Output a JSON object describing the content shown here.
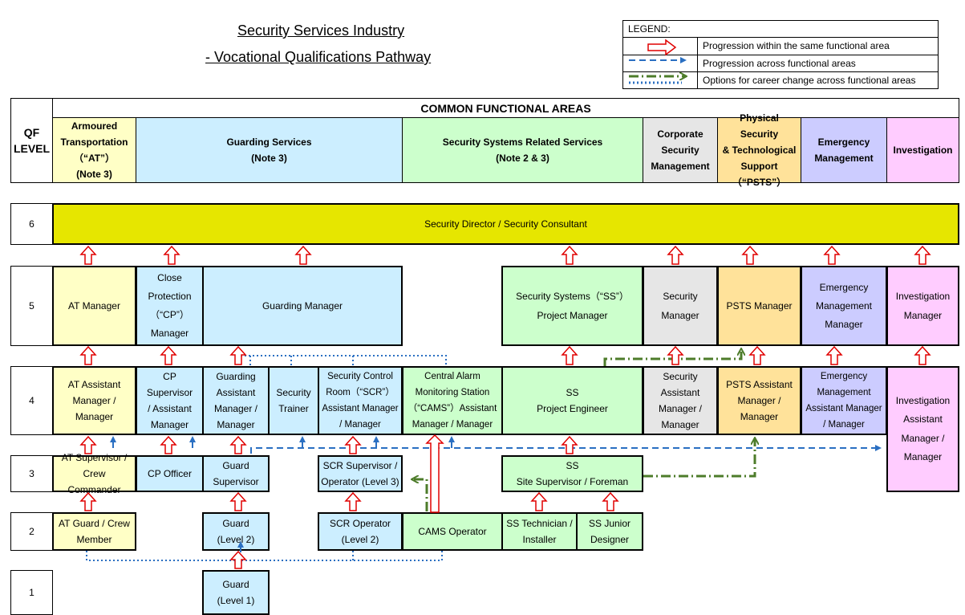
{
  "title": {
    "line1": "Security Services Industry",
    "line2": "- Vocational Qualifications Pathway"
  },
  "legend": {
    "heading": "LEGEND:",
    "items": [
      "Progression within the same functional area",
      "Progression across functional areas",
      "Options for career change across functional areas"
    ]
  },
  "header": {
    "qf_level": "QF\nLEVEL",
    "common": "COMMON FUNCTIONAL AREAS",
    "areas": [
      "Armoured\nTransportation\n（“AT”）\n(Note 3)",
      "Guarding Services\n(Note 3)",
      "Security Systems Related Services\n(Note 2 & 3)",
      "Corporate\nSecurity\nManagement",
      "Physical Security\n& Technological\nSupport\n（“PSTS”）",
      "Emergency\nManagement",
      "Investigation"
    ]
  },
  "levels": [
    "6",
    "5",
    "4",
    "3",
    "2",
    "1"
  ],
  "jobs": {
    "l6_director": "Security Director / Security Consultant",
    "l5_at": "AT Manager",
    "l5_cp": "Close\nProtection\n（“CP”）\nManager",
    "l5_guard": "Guarding Manager",
    "l5_ss": "Security Systems（“SS”）\nProject Manager",
    "l5_csm": "Security\nManager",
    "l5_psts": "PSTS Manager",
    "l5_em": "Emergency\nManagement\nManager",
    "l5_inv": "Investigation\nManager",
    "l4_at": "AT Assistant\nManager /\nManager",
    "l4_cp": "CP Supervisor\n/ Assistant\nManager",
    "l4_guard": "Guarding\nAssistant\nManager /\nManager",
    "l4_trainer": "Security\nTrainer",
    "l4_scr": "Security Control\nRoom（“SCR”）\nAssistant Manager\n/ Manager",
    "l4_cams": "Central Alarm\nMonitoring Station\n（“CAMS”）Assistant\nManager / Manager",
    "l4_ss": "SS\nProject Engineer",
    "l4_csm": "Security\nAssistant\nManager /\nManager",
    "l4_psts": "PSTS Assistant\nManager /\nManager",
    "l4_em": "Emergency\nManagement\nAssistant Manager\n/ Manager",
    "l4_inv": "Investigation\nAssistant\nManager /\nManager",
    "l3_at": "AT Supervisor /\nCrew Commander",
    "l3_cp": "CP Officer",
    "l3_guard": "Guard\nSupervisor",
    "l3_scr": "SCR Supervisor /\nOperator (Level 3)",
    "l3_ss": "SS\nSite Supervisor / Foreman",
    "l2_at": "AT Guard / Crew\nMember",
    "l2_guard": "Guard\n(Level 2)",
    "l2_scr": "SCR Operator\n(Level 2)",
    "l2_cams": "CAMS Operator",
    "l2_sstech": "SS Technician /\nInstaller",
    "l2_ssjd": "SS Junior\nDesigner",
    "l1_guard": "Guard\n(Level 1)"
  },
  "colors": {
    "at": "#ffffc6",
    "guarding": "#cceeff",
    "ss": "#ccffcc",
    "csm": "#e6e6e6",
    "psts": "#ffe29a",
    "em": "#ccccff",
    "inv": "#ffccff",
    "director": "#e6e600",
    "arrow_same": "#e00000",
    "arrow_across": "#2a6fc2",
    "arrow_change": "#4d7c2a",
    "dotted": "#2a6fc2"
  },
  "icons": {
    "same_area": "hollow-red-arrow-icon",
    "across_areas": "blue-dashed-arrow-icon",
    "career_change": "green-dash-dot-arrow-icon",
    "options": "blue-dotted-line-icon"
  }
}
